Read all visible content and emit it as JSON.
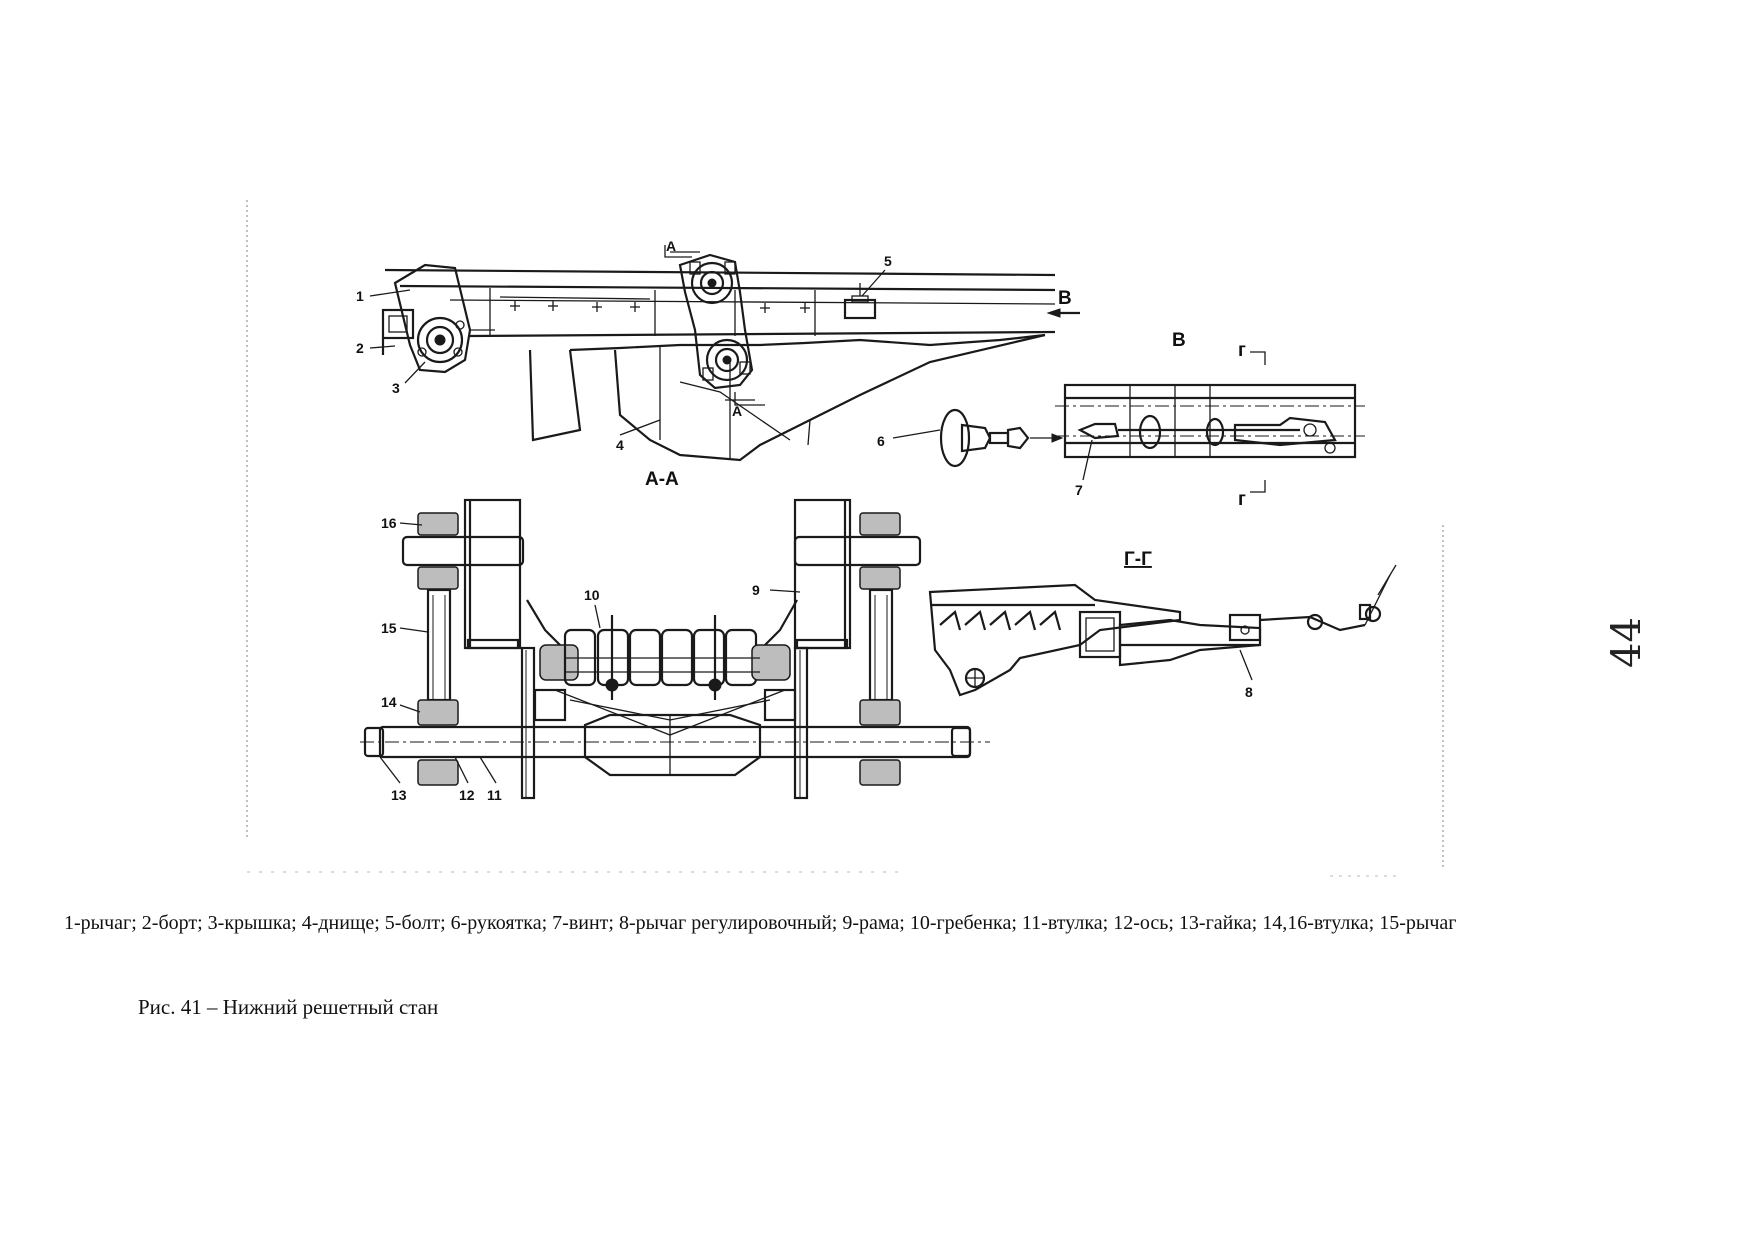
{
  "figure": {
    "legend": "1-рычаг; 2-борт; 3-крышка; 4-днище; 5-болт; 6-рукоятка; 7-винт; 8-рычаг регулировочный; 9-рама; 10-гребенка; 11-втулка; 12-ось; 13-гайка; 14,16-втулка; 15-рычаг",
    "caption": "Рис. 41 – Нижний решетный стан",
    "page_number": "44"
  },
  "views": {
    "section_aa_mark": "А",
    "section_aa_title": "А-А",
    "view_b_arrow": "В",
    "view_b_title": "В",
    "section_gg_mark": "г",
    "section_gg_title": "Г-Г"
  },
  "callouts": [
    "1",
    "2",
    "3",
    "4",
    "5",
    "6",
    "7",
    "8",
    "9",
    "10",
    "11",
    "12",
    "13",
    "14",
    "15",
    "16"
  ]
}
